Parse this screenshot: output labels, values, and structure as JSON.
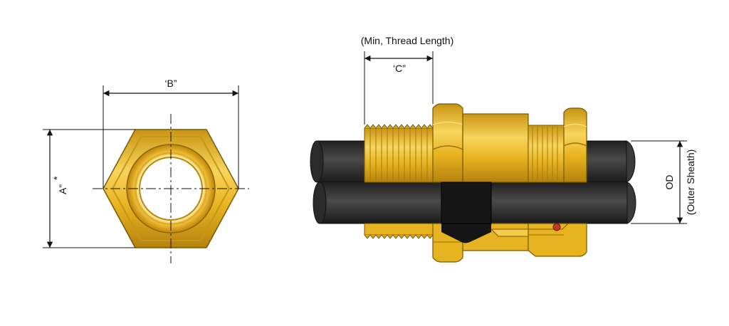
{
  "labels": {
    "dim_b": "‘B”",
    "dim_a": "A”",
    "dim_a_mark": "*",
    "dim_c": "‘C”",
    "thread_note": "(Min, Thread Length)",
    "od": "OD",
    "outer_sheath": "(Outer Sheath)"
  },
  "colors": {
    "brass": "#e8b320",
    "brass_light": "#f6d35a",
    "brass_dark": "#b9860f",
    "cable": "#2f2f2f",
    "cable_highlight": "#555555",
    "seal_black": "#151515",
    "o_ring": "#c0392b",
    "line": "#111111",
    "outline": "#3a2a00"
  }
}
